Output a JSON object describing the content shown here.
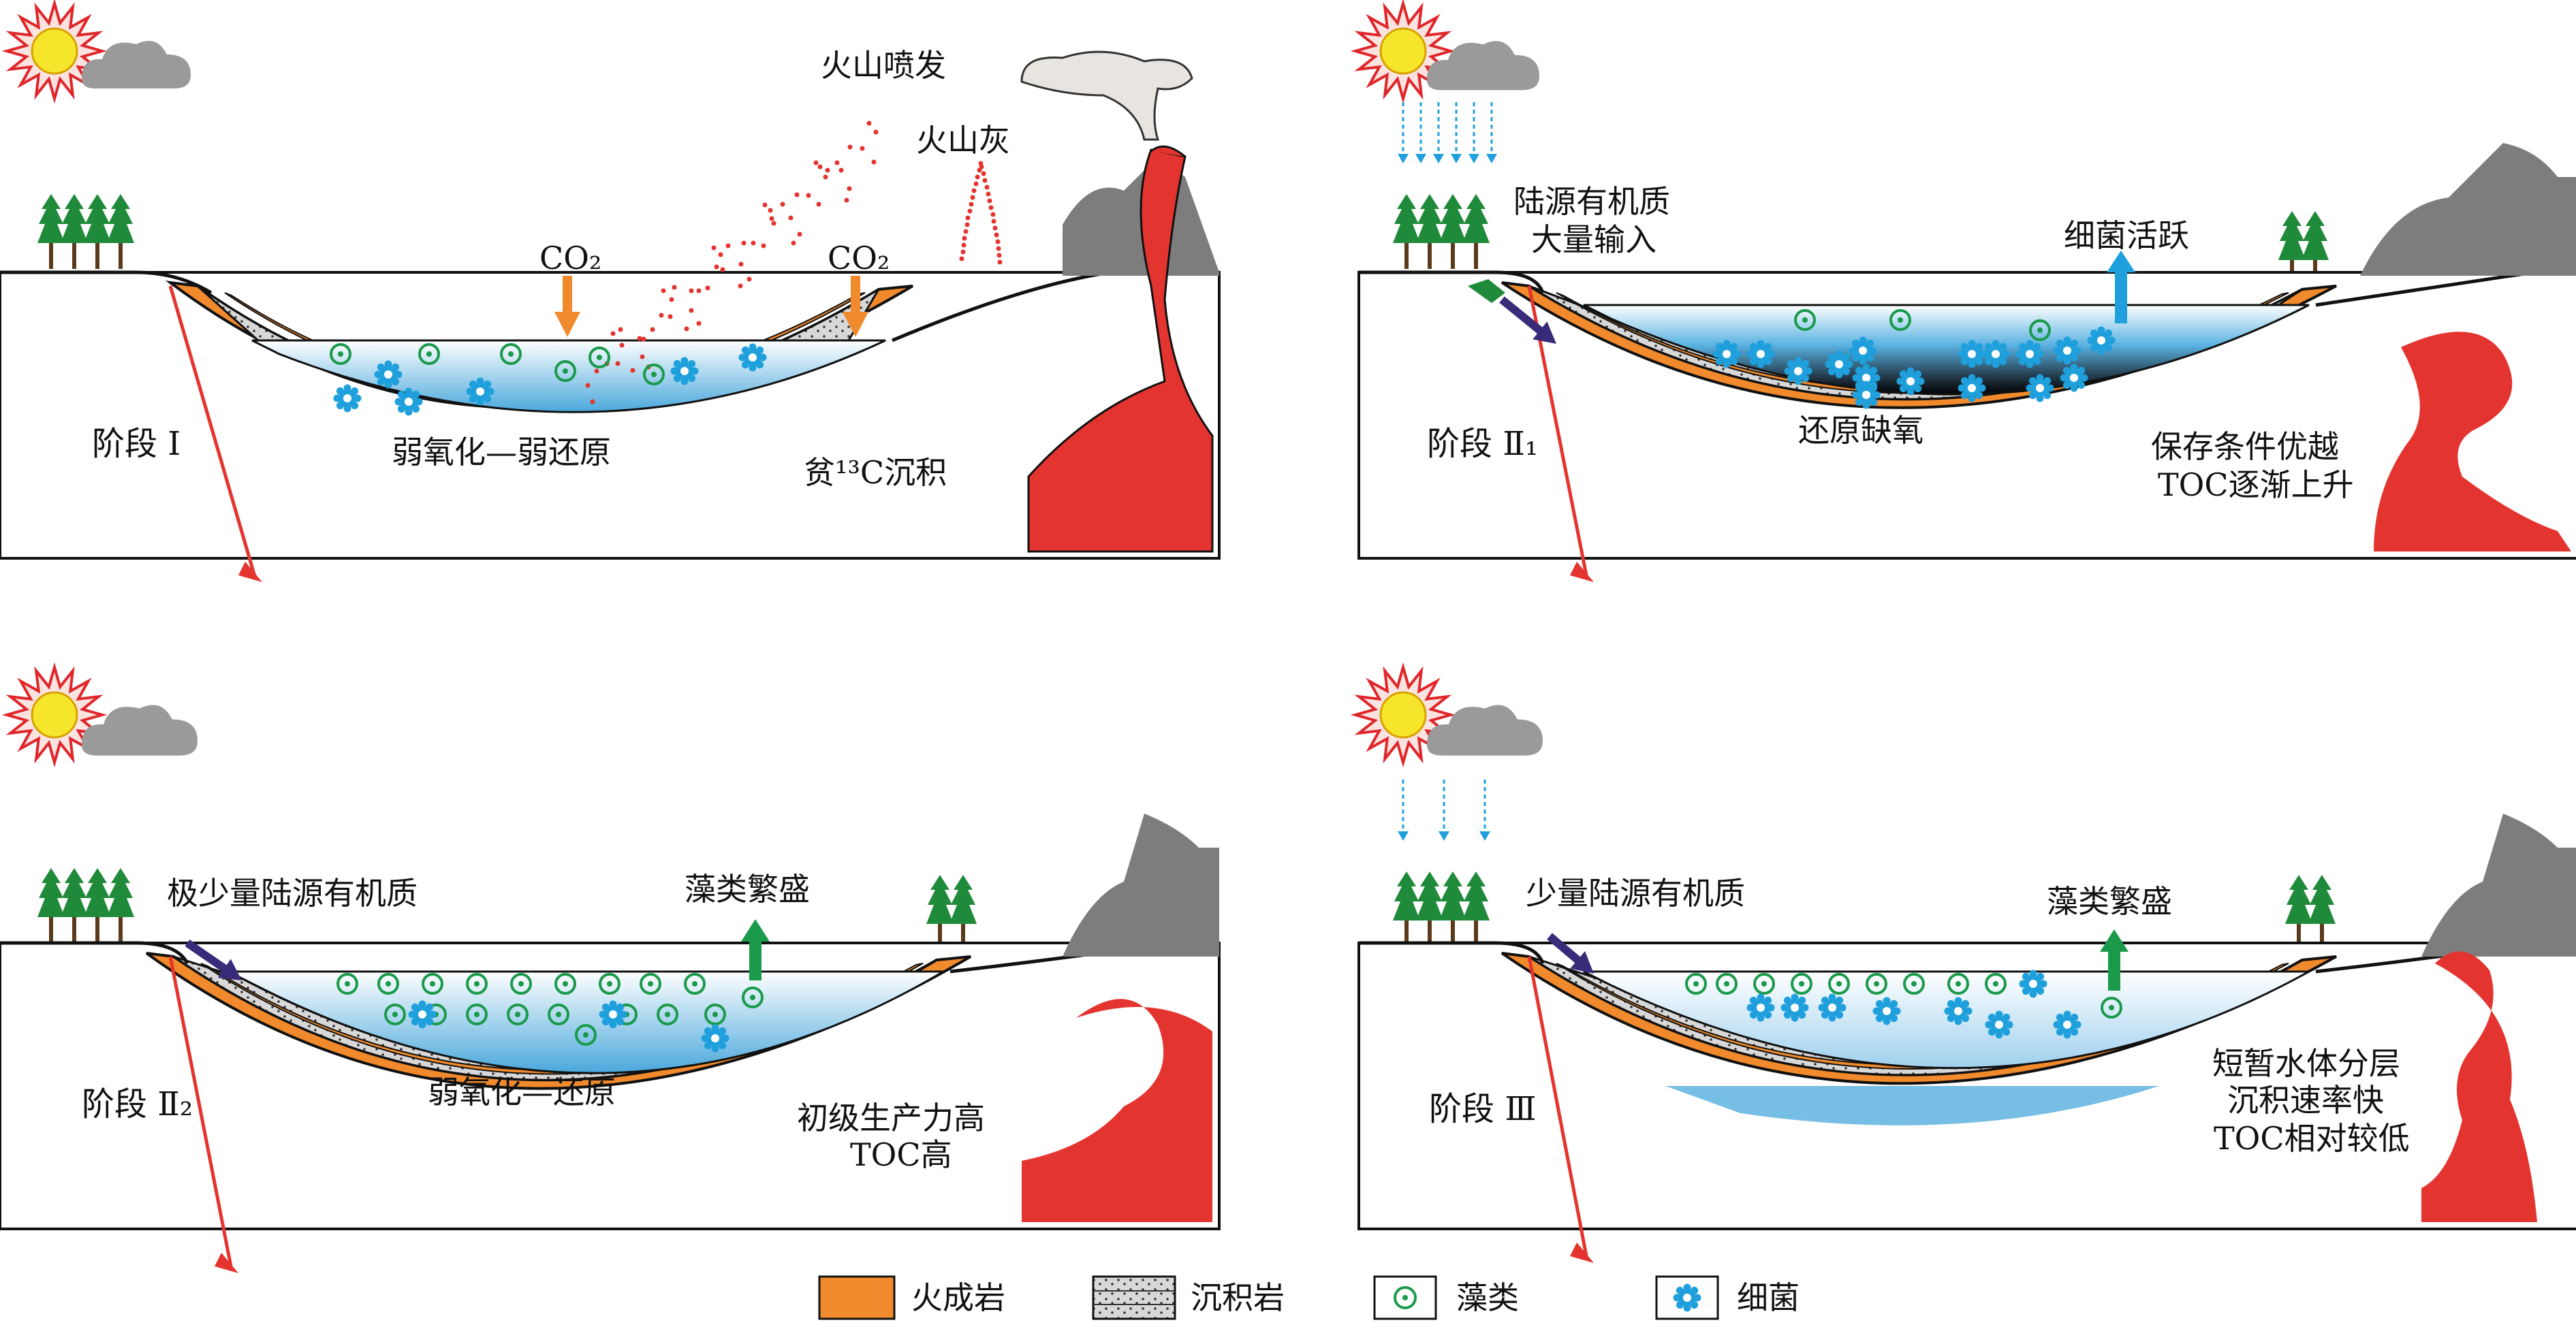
{
  "panels": [
    {
      "stage": "阶段 Ⅰ",
      "water_label": "弱氧化—弱还原",
      "volcano_label": "火山喷发",
      "ash_label": "火山灰",
      "co2_labels": [
        "CO₂",
        "CO₂"
      ],
      "deposit_label": "贫¹³C沉积"
    },
    {
      "stage": "阶段 Ⅱ₁",
      "water_label": "还原缺氧",
      "input_label_line1": "陆源有机质",
      "input_label_line2": "大量输入",
      "bacteria_label": "细菌活跃",
      "note_line1": "保存条件优越",
      "note_line2": "TOC逐渐上升"
    },
    {
      "stage": "阶段 Ⅱ₂",
      "water_label": "弱氧化—还原",
      "input_label": "极少量陆源有机质",
      "algae_label": "藻类繁盛",
      "note_line1": "初级生产力高",
      "note_line2": "TOC高"
    },
    {
      "stage": "阶段 Ⅲ",
      "input_label": "少量陆源有机质",
      "algae_label": "藻类繁盛",
      "note_line1": "短暂水体分层",
      "note_line2": "沉积速率快",
      "note_line3": "TOC相对较低"
    }
  ],
  "legend": [
    {
      "label": "火成岩",
      "icon": "igneous-swatch"
    },
    {
      "label": "沉积岩",
      "icon": "sedimentary-swatch"
    },
    {
      "label": "藻类",
      "icon": "algae-icon"
    },
    {
      "label": "细菌",
      "icon": "bacteria-icon"
    }
  ],
  "colors": {
    "igneous": "#f08a2c",
    "magma": "#e4342f",
    "water_light": "#dff1fb",
    "water_blue": "#4aa8dc",
    "algae": "#1a9a4a",
    "bacteria": "#1fa0dc",
    "arrow_purple": "#3a2a7a",
    "arrow_green": "#1a9a4a",
    "arrow_blue": "#1fa0dc",
    "sun": "#f6e62b",
    "sun_rays": "#e0262a",
    "cloud": "#9a9a9a",
    "mountain": "#7d7d7d",
    "tree": "#1f8a3a"
  }
}
